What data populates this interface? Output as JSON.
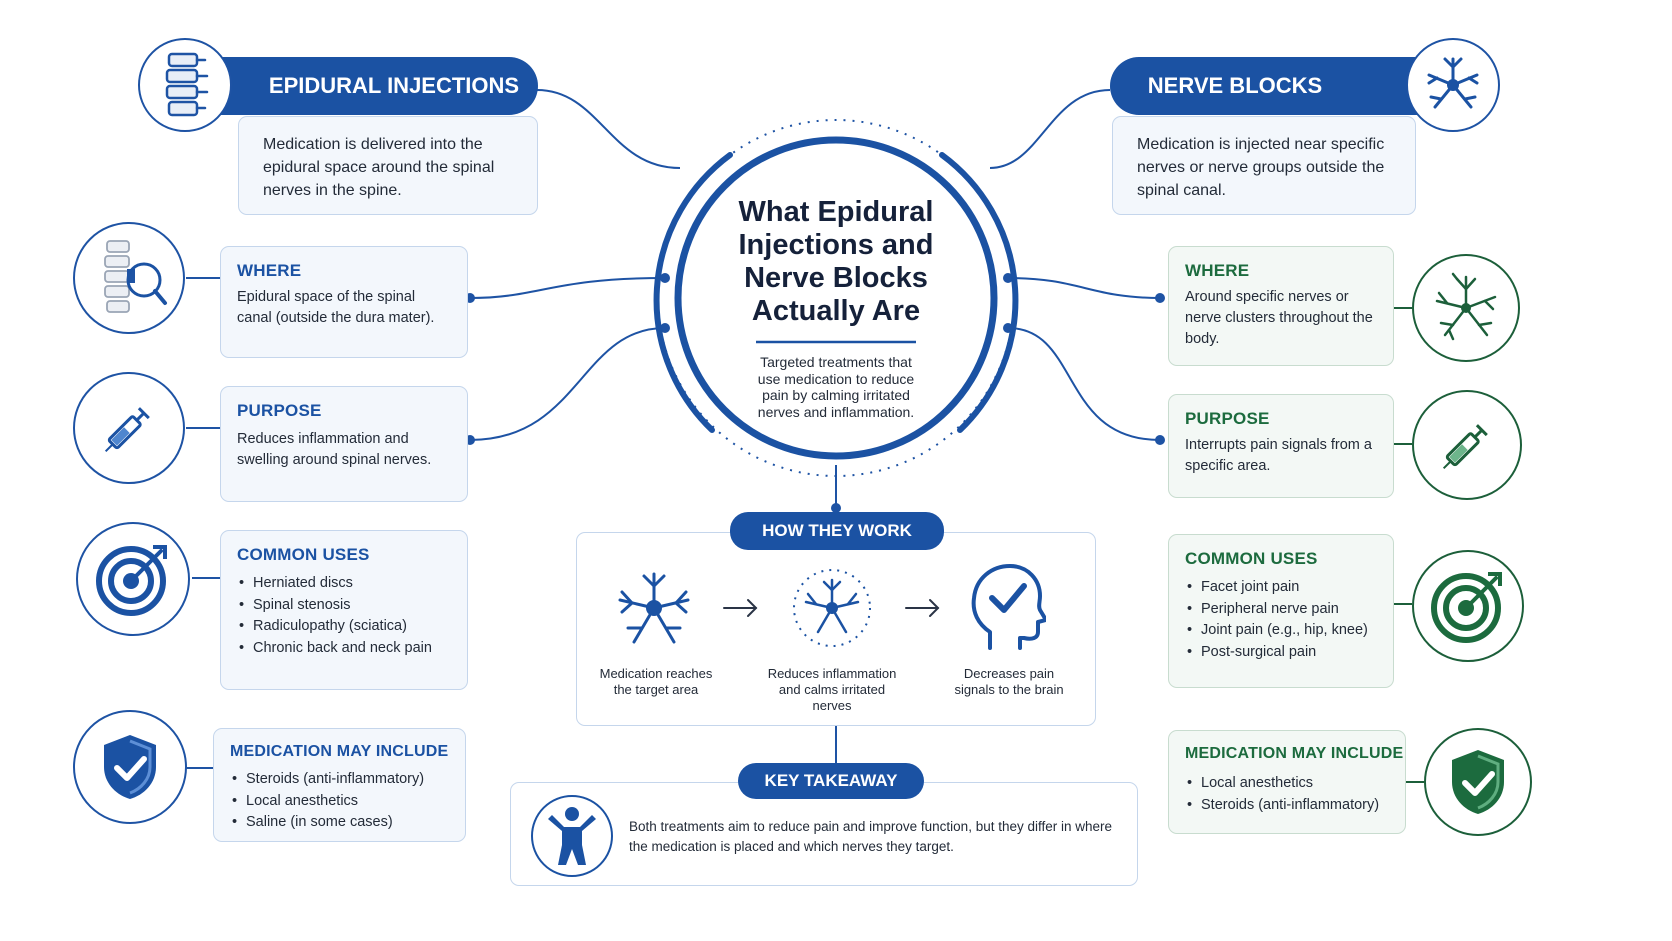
{
  "center": {
    "title": "What Epidural Injections and Nerve Blocks Actually Are",
    "subtitle": "Targeted treatments that use medication to reduce pain by calming irritated nerves and inflammation."
  },
  "epidural": {
    "banner": "EPIDURAL INJECTIONS",
    "description": "Medication is delivered into the epidural space around the spinal nerves in the spine.",
    "where": {
      "title": "WHERE",
      "text": "Epidural space of the spinal canal (outside the dura mater)."
    },
    "purpose": {
      "title": "PURPOSE",
      "text": "Reduces inflammation and swelling around spinal nerves."
    },
    "uses": {
      "title": "COMMON USES",
      "items": [
        "Herniated discs",
        "Spinal stenosis",
        "Radiculopathy (sciatica)",
        "Chronic back and neck pain"
      ]
    },
    "medication": {
      "title": "MEDICATION MAY INCLUDE",
      "items": [
        "Steroids (anti-inflammatory)",
        "Local anesthetics",
        "Saline (in some cases)"
      ]
    }
  },
  "nerve": {
    "banner": "NERVE BLOCKS",
    "description": "Medication is injected near specific nerves or nerve groups outside the spinal canal.",
    "where": {
      "title": "WHERE",
      "text": "Around specific nerves or nerve clusters throughout the body."
    },
    "purpose": {
      "title": "PURPOSE",
      "text": "Interrupts pain signals from a specific area."
    },
    "uses": {
      "title": "COMMON USES",
      "items": [
        "Facet joint pain",
        "Peripheral nerve pain",
        "Joint pain (e.g., hip, knee)",
        "Post-surgical pain"
      ]
    },
    "medication": {
      "title": "MEDICATION MAY INCLUDE",
      "items": [
        "Local anesthetics",
        "Steroids (anti-inflammatory)"
      ]
    }
  },
  "how": {
    "title": "HOW THEY WORK",
    "steps": [
      "Medication reaches the target area",
      "Reduces inflammation and calms irritated nerves",
      "Decreases pain signals to the brain"
    ]
  },
  "takeaway": {
    "title": "KEY TAKEAWAY",
    "text": "Both treatments aim to reduce pain and improve function, but they differ in where the medication is placed and which nerves they target."
  },
  "icons": {
    "epidural_banner": "spine-icon",
    "nerve_banner": "neuron-icon",
    "epidural_where": "spine-magnifier-icon",
    "epidural_purpose": "syringe-icon",
    "epidural_uses": "target-icon",
    "epidural_medication": "shield-check-icon",
    "nerve_where": "branching-nerve-icon",
    "nerve_purpose": "syringe-icon",
    "nerve_uses": "target-icon",
    "nerve_medication": "shield-check-icon",
    "step1": "neuron-icon",
    "step2": "calm-neuron-icon",
    "step3": "head-check-icon",
    "takeaway": "person-icon"
  },
  "colors": {
    "primary_blue": "#1b52a3",
    "dark_green": "#1c6b3e",
    "card_blue": "#f3f7fc",
    "card_green": "#f3f8f5"
  }
}
